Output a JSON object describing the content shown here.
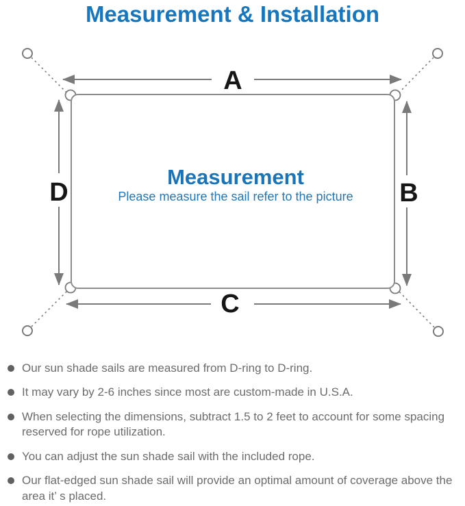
{
  "title": {
    "text": "Measurement & Installation"
  },
  "colors": {
    "title_blue": "#1777be",
    "center_blue": "#1a74b8",
    "line_gray": "#7a7a7a",
    "label_black": "#161616",
    "bullet_text_gray": "#6b6b6b"
  },
  "diagram": {
    "labels": {
      "top": "A",
      "right": "B",
      "bottom": "C",
      "left": "D"
    },
    "center_title": "Measurement",
    "center_subtitle": "Please measure the sail refer to the picture"
  },
  "bullets": {
    "items": [
      "Our sun shade sails are measured from D-ring to D-ring.",
      "It may vary by 2-6 inches since most are custom-made in U.S.A.",
      "When selecting the dimensions, subtract 1.5 to 2 feet to account for some spacing reserved for rope utilization.",
      "You can adjust the sun shade sail with the included rope.",
      "Our flat-edged sun shade sail will provide an optimal amount of coverage above the area it’ s placed."
    ]
  }
}
